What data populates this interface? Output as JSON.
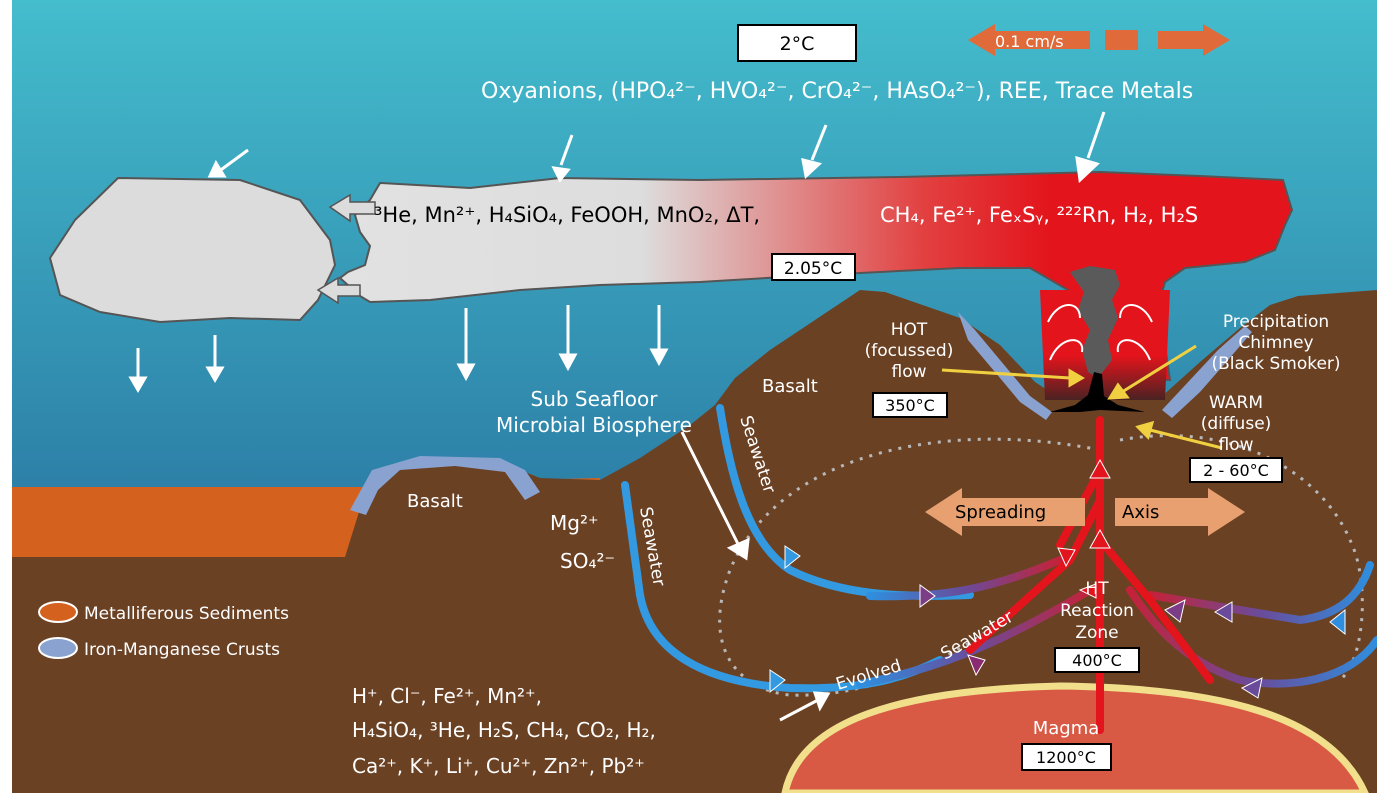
{
  "labels": {
    "speed": "0.1 cm/s",
    "surface_temp": "2°C",
    "oxyanions": "Oxyanions, (HPO₄²⁻, HVO₄²⁻, CrO₄²⁻, HAsO₄²⁻), REE, Trace Metals",
    "plume_grey": "³He, Mn²⁺, H₄SiO₄, FeOOH, MnO₂, ΔT,",
    "plume_red": "CH₄, Fe²⁺, FeₓSᵧ, ²²²Rn, H₂, H₂S",
    "plume_temp": "2.05°C",
    "hot_flow": [
      "HOT",
      "(focussed)",
      "flow"
    ],
    "hot_temp": "350°C",
    "precip": [
      "Precipitation",
      "Chimney",
      "(Black Smoker)"
    ],
    "warm_flow": [
      "WARM",
      "(diffuse)",
      "flow"
    ],
    "warm_temp": "2 - 60°C",
    "basalt_right": "Basalt",
    "basalt_left": "Basalt",
    "biosphere": [
      "Sub Seafloor",
      "Microbial Biosphere"
    ],
    "seawater": "Seawater",
    "spreading": "Spreading",
    "axis": "Axis",
    "mg": "Mg²⁺",
    "so4": "SO₄²⁻",
    "evolved": "Evolved",
    "ht_zone": [
      "HT",
      "Reaction",
      "Zone"
    ],
    "ht_temp": "400°C",
    "magma": "Magma",
    "magma_temp": "1200°C",
    "fluids": [
      "H⁺, Cl⁻, Fe²⁺, Mn²⁺,",
      "H₄SiO₄, ³He, H₂S, CH₄, CO₂, H₂,",
      "Ca²⁺, K⁺, Li⁺, Cu²⁺, Zn²⁺, Pb²⁺"
    ]
  },
  "legend": [
    {
      "label": "Metalliferous Sediments",
      "color": "#d4621e"
    },
    {
      "label": "Iron-Manganese Crusts",
      "color": "#8aa2cf"
    }
  ],
  "colors": {
    "ocean_top": "#40b9cb",
    "ocean_bottom": "#1e5f92",
    "seafloor": "#6b4124",
    "sediment": "#d4621e",
    "crust": "#8aa2cf",
    "hot_red": "#e11b22",
    "magma": "#d85a45",
    "magma_rim": "#f1df8c",
    "plume_grey": "#e2e2e2",
    "seawater_blue": "#3399e0",
    "arrow_orange": "#e8a070"
  }
}
